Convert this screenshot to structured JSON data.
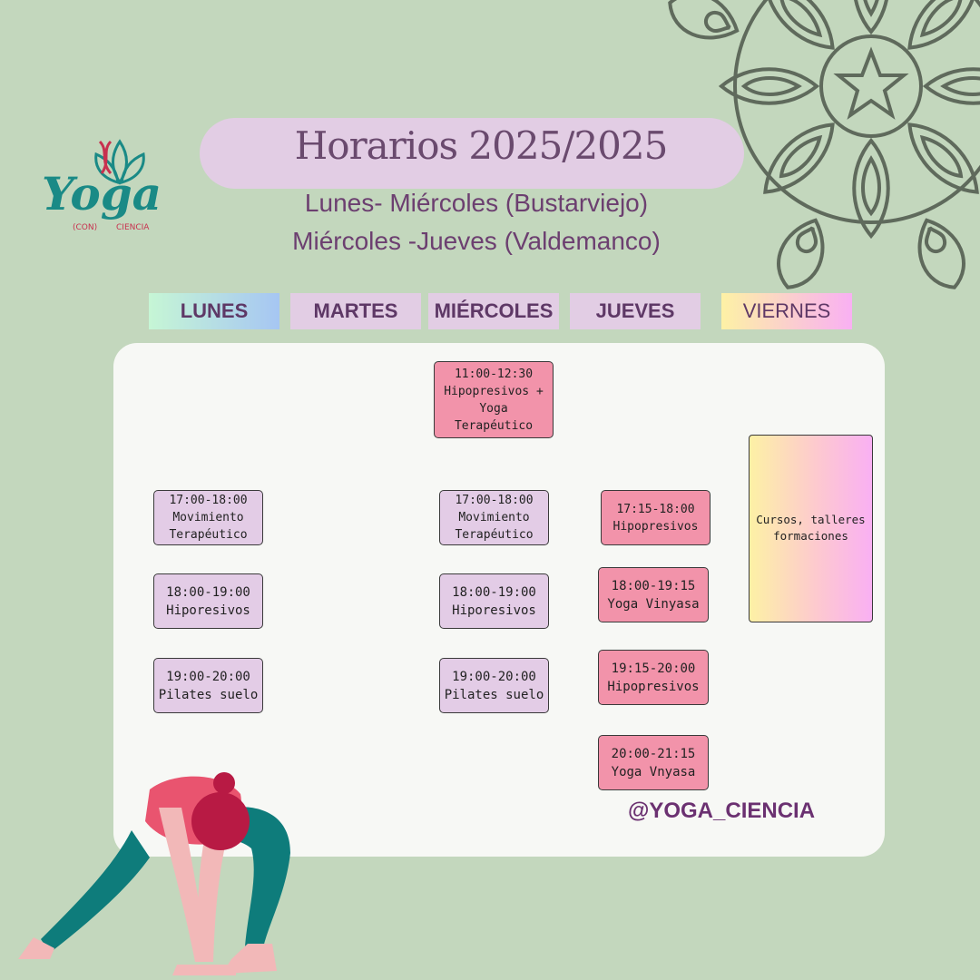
{
  "logo": {
    "word": "Yoga",
    "con": "(CON)",
    "ciencia": "CIENCIA"
  },
  "header": {
    "title": "Horarios 2025/2025",
    "subtitle1": "Lunes- Miércoles (Bustarviejo)",
    "subtitle2": "Miércoles -Jueves (Valdemanco)"
  },
  "days": {
    "lunes": "LUNES",
    "martes": "MARTES",
    "miercoles": "MIÉRCOLES",
    "jueves": "JUEVES",
    "viernes": "VIERNES"
  },
  "schedule": {
    "wed_1100": {
      "time": "11:00-12:30",
      "line1": "Hipopresivos +",
      "line2": "Yoga",
      "line3": "Terapéutico"
    },
    "mon_1700": {
      "time": "17:00-18:00",
      "line1": "Movimiento",
      "line2": "Terapéutico"
    },
    "mon_1800": {
      "time": "18:00-19:00",
      "line1": "Hiporesivos"
    },
    "mon_1900": {
      "time": "19:00-20:00",
      "line1": "Pilates suelo"
    },
    "wed_1700": {
      "time": "17:00-18:00",
      "line1": "Movimiento",
      "line2": "Terapéutico"
    },
    "wed_1800": {
      "time": "18:00-19:00",
      "line1": "Hiporesivos"
    },
    "wed_1900": {
      "time": "19:00-20:00",
      "line1": "Pilates suelo"
    },
    "thu_1715": {
      "time": "17:15-18:00",
      "line1": "Hipopresivos"
    },
    "thu_1800": {
      "time": "18:00-19:15",
      "line1": "Yoga Vinyasa"
    },
    "thu_1915": {
      "time": "19:15-20:00",
      "line1": "Hipopresivos"
    },
    "thu_2000": {
      "time": "20:00-21:15",
      "line1": "Yoga Vnyasa"
    },
    "fri_cursos": {
      "line1": "Cursos, talleres",
      "line2": "formaciones"
    }
  },
  "social": {
    "handle": "@YOGA_CIENCIA"
  },
  "colors": {
    "background": "#c3d7bd",
    "panel": "#f7f8f5",
    "pink_slot": "#f293aa",
    "lavender_slot": "#e3cce6",
    "title_text": "#6a4a6e",
    "handle_text": "#6b3171"
  }
}
